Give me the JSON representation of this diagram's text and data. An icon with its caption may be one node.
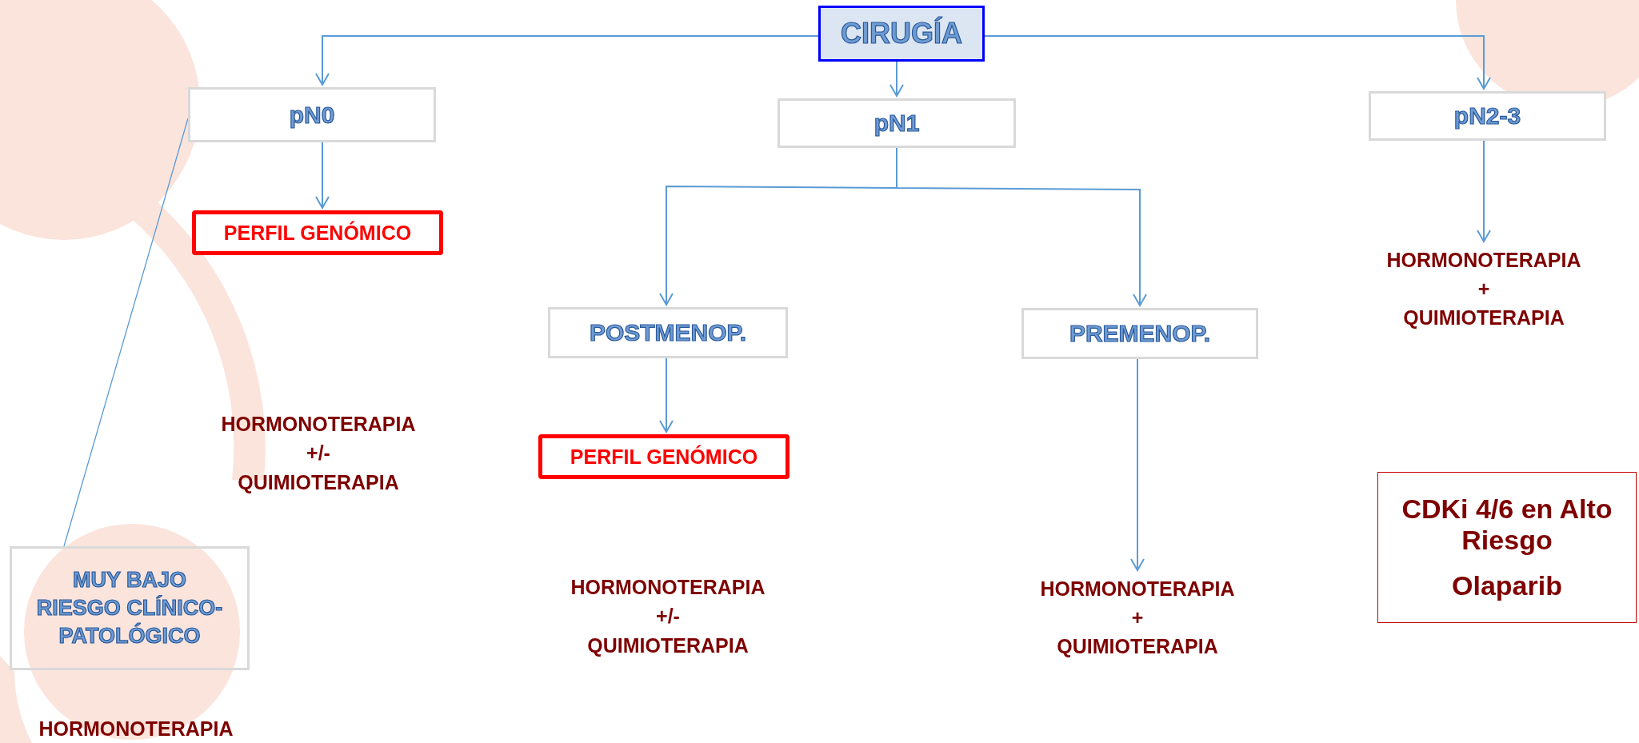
{
  "diagram": {
    "nodes": [
      {
        "text": [
          "CIRUGÍA"
        ]
      },
      {
        "text": [
          "pN0"
        ]
      },
      {
        "text": [
          "pN1"
        ]
      },
      {
        "text": [
          "pN2-3"
        ]
      },
      {
        "text": [
          "PERFIL GENÓMICO"
        ]
      },
      {
        "text": [
          "POSTMENOP."
        ]
      },
      {
        "text": [
          "PREMENOP."
        ]
      },
      {
        "text": [
          "HORMONOTERAPIA + QUIMIOTERAPIA"
        ]
      },
      {
        "text": [
          "PERFIL GENÓMICO"
        ]
      },
      {
        "text": [
          "MUY BAJO RIESGO CLÍNICO-PATOLÓGICO"
        ]
      },
      {
        "text": [
          "HORMONOTERAPIA + QUIMIOTERAPIA"
        ]
      },
      {
        "text": [
          "CDKi 4/6 en Alto Riesgo",
          "Olaparib"
        ]
      }
    ],
    "edges": [
      {
        "from": 0,
        "to": 1,
        "arrow": "to"
      },
      {
        "from": 0,
        "to": 2,
        "arrow": "to"
      },
      {
        "from": 0,
        "to": 3,
        "arrow": "to"
      },
      {
        "from": 1,
        "to": 4,
        "arrow": "to"
      },
      {
        "from": 2,
        "to": 5,
        "arrow": "to"
      },
      {
        "from": 2,
        "to": 6,
        "arrow": "to"
      },
      {
        "from": 3,
        "to": 7,
        "arrow": "to"
      },
      {
        "from": 5,
        "to": 8,
        "arrow": "to"
      },
      {
        "from": 6,
        "to": 10,
        "arrow": "to"
      },
      {
        "from": 1,
        "to": 9,
        "arrow": "none"
      }
    ],
    "labels": [
      "HORMONOTERAPIA +/- QUIMIOTERAPIA",
      "HORMONOTERAPIA +/- QUIMIOTERAPIA",
      "HORMONOTERAPIA"
    ]
  }
}
